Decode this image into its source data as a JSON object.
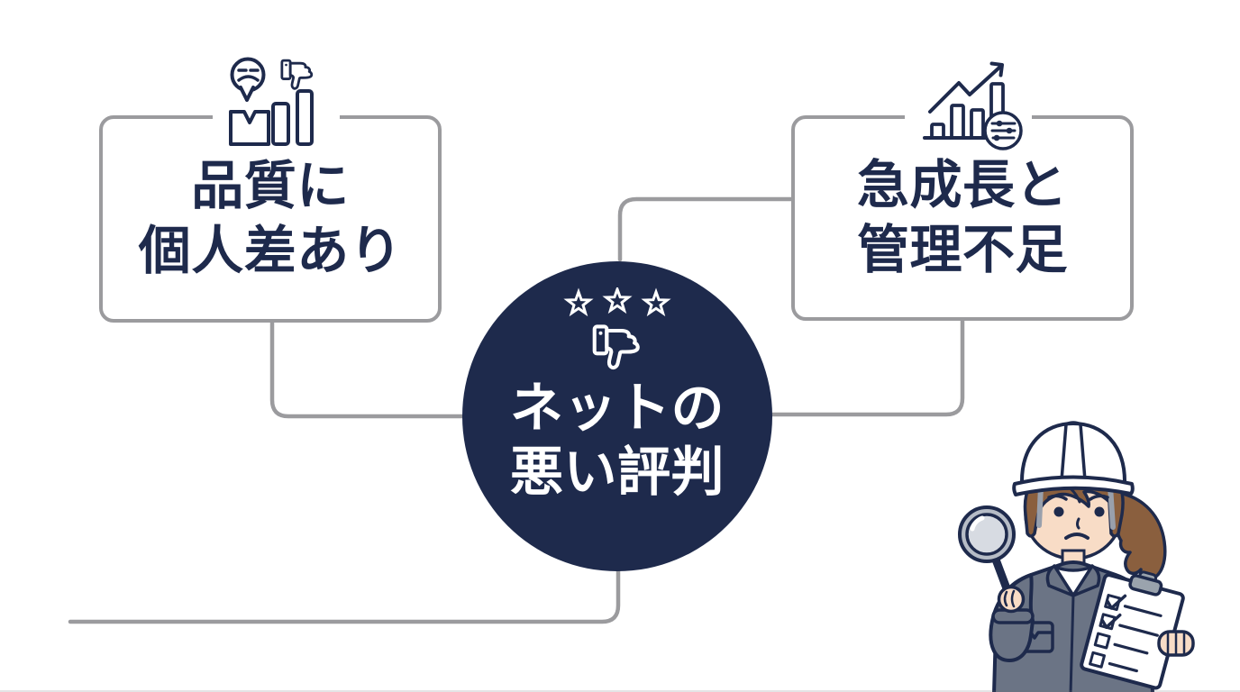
{
  "palette": {
    "navy": "#1e2a4c",
    "connector_gray": "#9b9b9e",
    "card_border_gray": "#9b9b9e",
    "jacket_gray": "#6b7485",
    "hair_brown": "#8a5f3e",
    "skin": "#f8dcc6",
    "lens_gray": "#d7dbe2",
    "rim_gray": "#b6bcc6",
    "clip_gray": "#9aa3ad",
    "white": "#ffffff"
  },
  "left_card": {
    "line1": "品質に",
    "line2": "個人差あり",
    "icons": [
      "sad-face-speech-bubble-icon",
      "thumbs-down-icon",
      "package-box-icon",
      "bar-chart-icon"
    ]
  },
  "right_card": {
    "line1": "急成長と",
    "line2": "管理不足",
    "icons": [
      "growth-chart-arrow-icon",
      "filter-sliders-icon"
    ]
  },
  "center_circle": {
    "line1": "ネットの",
    "line2": "悪い評判",
    "icons": [
      "star-icon",
      "star-icon",
      "star-icon",
      "thumbs-down-icon"
    ]
  },
  "illustration": {
    "name": "female-inspector-illustration",
    "icons": [
      "hard-hat",
      "magnifying-glass-icon",
      "clipboard-checklist-icon"
    ]
  }
}
